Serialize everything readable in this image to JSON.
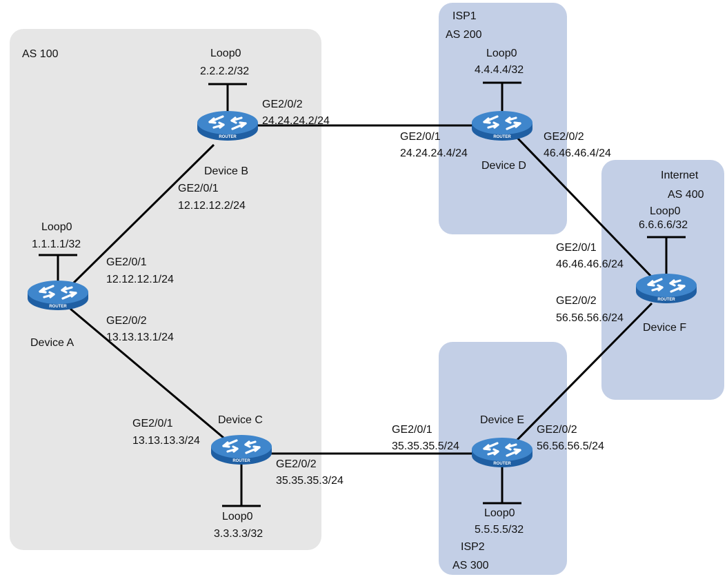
{
  "colors": {
    "as100_region": "#e6e6e6",
    "isp_region": "#c3cfe6",
    "link": "#000000",
    "router_body": "#1f5fa3",
    "router_top": "#3f86cc"
  },
  "icon": "router-icon",
  "router_label": "ROUTER",
  "regions": {
    "as100": {
      "line1": "AS 100"
    },
    "isp1": {
      "line1": "ISP1",
      "line2": "AS 200"
    },
    "isp2": {
      "line1": "ISP2",
      "line2": "AS 300"
    },
    "internet": {
      "line1": "Internet",
      "line2": "AS 400"
    }
  },
  "devices": {
    "a": {
      "name": "Device A",
      "loop_label": "Loop0",
      "loop_ip": "1.1.1.1/32"
    },
    "b": {
      "name": "Device B",
      "loop_label": "Loop0",
      "loop_ip": "2.2.2.2/32"
    },
    "c": {
      "name": "Device C",
      "loop_label": "Loop0",
      "loop_ip": "3.3.3.3/32"
    },
    "d": {
      "name": "Device D",
      "loop_label": "Loop0",
      "loop_ip": "4.4.4.4/32"
    },
    "e": {
      "name": "Device E",
      "loop_label": "Loop0",
      "loop_ip": "5.5.5.5/32"
    },
    "f": {
      "name": "Device F",
      "loop_label": "Loop0",
      "loop_ip": "6.6.6.6/32"
    }
  },
  "links": {
    "a_b": {
      "a_if": "GE2/0/1",
      "a_ip": "12.12.12.1/24",
      "b_if": "GE2/0/1",
      "b_ip": "12.12.12.2/24"
    },
    "a_c": {
      "a_if": "GE2/0/2",
      "a_ip": "13.13.13.1/24",
      "c_if": "GE2/0/1",
      "c_ip": "13.13.13.3/24"
    },
    "b_d": {
      "b_if": "GE2/0/2",
      "b_ip": "24.24.24.2/24",
      "d_if": "GE2/0/1",
      "d_ip": "24.24.24.4/24"
    },
    "c_e": {
      "c_if": "GE2/0/2",
      "c_ip": "35.35.35.3/24",
      "e_if": "GE2/0/1",
      "e_ip": "35.35.35.5/24"
    },
    "d_f": {
      "d_if": "GE2/0/2",
      "d_ip": "46.46.46.4/24",
      "f_if": "GE2/0/1",
      "f_ip": "46.46.46.6/24"
    },
    "e_f": {
      "e_if": "GE2/0/2",
      "e_ip": "56.56.56.5/24",
      "f_if": "GE2/0/2",
      "f_ip": "56.56.56.6/24"
    }
  }
}
